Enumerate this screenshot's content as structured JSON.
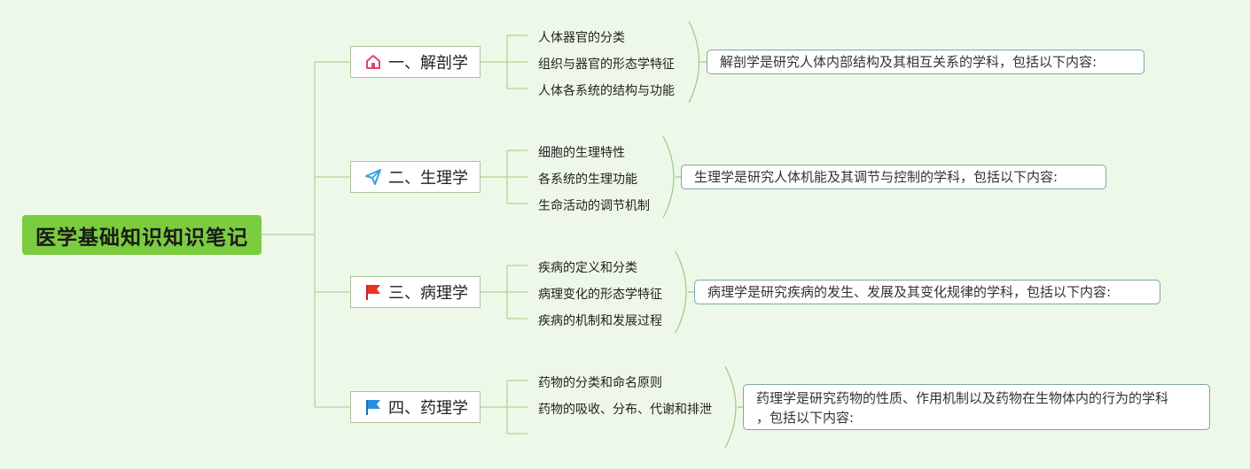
{
  "root": {
    "title": "医学基础知识知识笔记"
  },
  "branches": [
    {
      "label": "一、解剖学",
      "icon": "home-icon",
      "icon_color": "#e0446a",
      "items": [
        "人体器官的分类",
        "组织与器官的形态学特征",
        "人体各系统的结构与功能"
      ],
      "summary": "解剖学是研究人体内部结构及其相互关系的学科，包括以下内容:"
    },
    {
      "label": "二、生理学",
      "icon": "send-icon",
      "icon_color": "#3a9fd8",
      "items": [
        "细胞的生理特性",
        "各系统的生理功能",
        "生命活动的调节机制"
      ],
      "summary": "生理学是研究人体机能及其调节与控制的学科，包括以下内容:"
    },
    {
      "label": "三、病理学",
      "icon": "red-flag-icon",
      "icon_color": "#e8341f",
      "items": [
        "疾病的定义和分类",
        "病理变化的形态学特征",
        "疾病的机制和发展过程"
      ],
      "summary": "病理学是研究疾病的发生、发展及其变化规律的学科，包括以下内容:"
    },
    {
      "label": "四、药理学",
      "icon": "blue-flag-icon",
      "icon_color": "#2a8fe0",
      "items": [
        "药物的分类和命名原则",
        "药物的吸收、分布、代谢和排泄",
        ""
      ],
      "summary_line1": "药理学是研究药物的性质、作用机制以及药物在生物体内的行为的学科",
      "summary_line2": "，包括以下内容:"
    }
  ],
  "colors": {
    "background": "#eef8e8",
    "root": "#7bcc3f",
    "line": "#b5dca0"
  }
}
